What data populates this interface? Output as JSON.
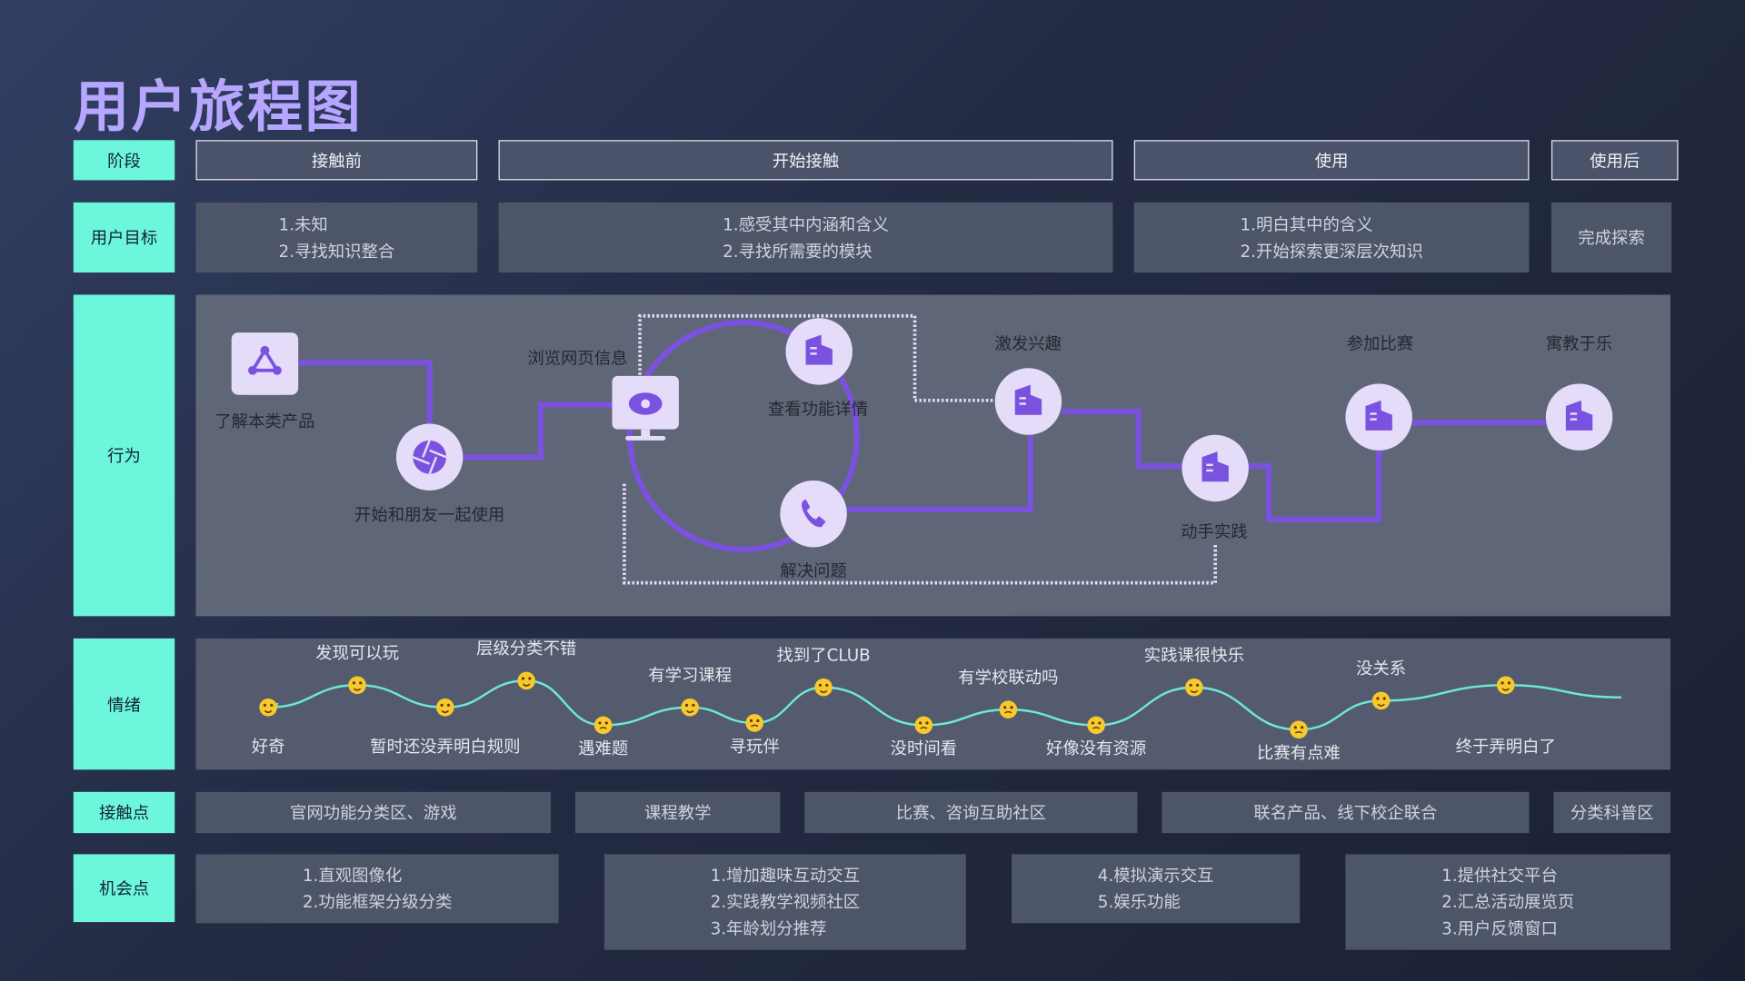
{
  "title": "用户旅程图",
  "row_labels": {
    "stage": "阶段",
    "goal": "用户目标",
    "behavior": "行为",
    "emotion": "情绪",
    "touchpoint": "接触点",
    "opportunity": "机会点"
  },
  "stages": [
    "接触前",
    "开始接触",
    "使用",
    "使用后"
  ],
  "goals": [
    [
      "1.未知",
      "2.寻找知识整合"
    ],
    [
      "1.感受其中内涵和含义",
      "2.寻找所需要的模块"
    ],
    [
      "1.明白其中的含义",
      "2.开始探索更深层次知识"
    ],
    [
      "完成探索"
    ]
  ],
  "behaviors": [
    "了解本类产品",
    "开始和朋友一起使用",
    "浏览网页信息",
    "查看功能详情",
    "解决问题",
    "激发兴趣",
    "动手实践",
    "参加比赛",
    "寓教于乐"
  ],
  "emotions": [
    {
      "label": "好奇",
      "level": 2
    },
    {
      "label": "发现可以玩",
      "level": 3
    },
    {
      "label": "暂时还没弄明白规则",
      "level": 2
    },
    {
      "label": "层级分类不错",
      "level": 3.2
    },
    {
      "label": "遇难题",
      "level": 1.2
    },
    {
      "label": "有学习课程",
      "level": 2
    },
    {
      "label": "寻玩伴",
      "level": 1.3
    },
    {
      "label": "找到了CLUB",
      "level": 2.9
    },
    {
      "label": "没时间看",
      "level": 1.2
    },
    {
      "label": "有学校联动吗",
      "level": 1.9
    },
    {
      "label": "好像没有资源",
      "level": 1.2
    },
    {
      "label": "实践课很快乐",
      "level": 2.9
    },
    {
      "label": "比赛有点难",
      "level": 1
    },
    {
      "label": "没关系",
      "level": 2.3
    },
    {
      "label": "终于弄明白了",
      "level": 3
    }
  ],
  "touchpoints": [
    "官网功能分类区、游戏",
    "课程教学",
    "比赛、咨询互助社区",
    "联名产品、线下校企联合",
    "分类科普区"
  ],
  "opportunities": [
    [
      "1.直观图像化",
      "2.功能框架分级分类"
    ],
    [
      "1.增加趣味互动交互",
      "2.实践教学视频社区",
      "3.年龄划分推荐"
    ],
    [
      "4.模拟演示交互",
      "5.娱乐功能"
    ],
    [
      "1.提供社交平台",
      "2.汇总活动展览页",
      "3.用户反馈窗口"
    ]
  ],
  "colors": {
    "accent": "#7b52e0",
    "teal": "#6cf7dc",
    "title": "#b7a6ff",
    "curve": "#6ee8d6"
  }
}
